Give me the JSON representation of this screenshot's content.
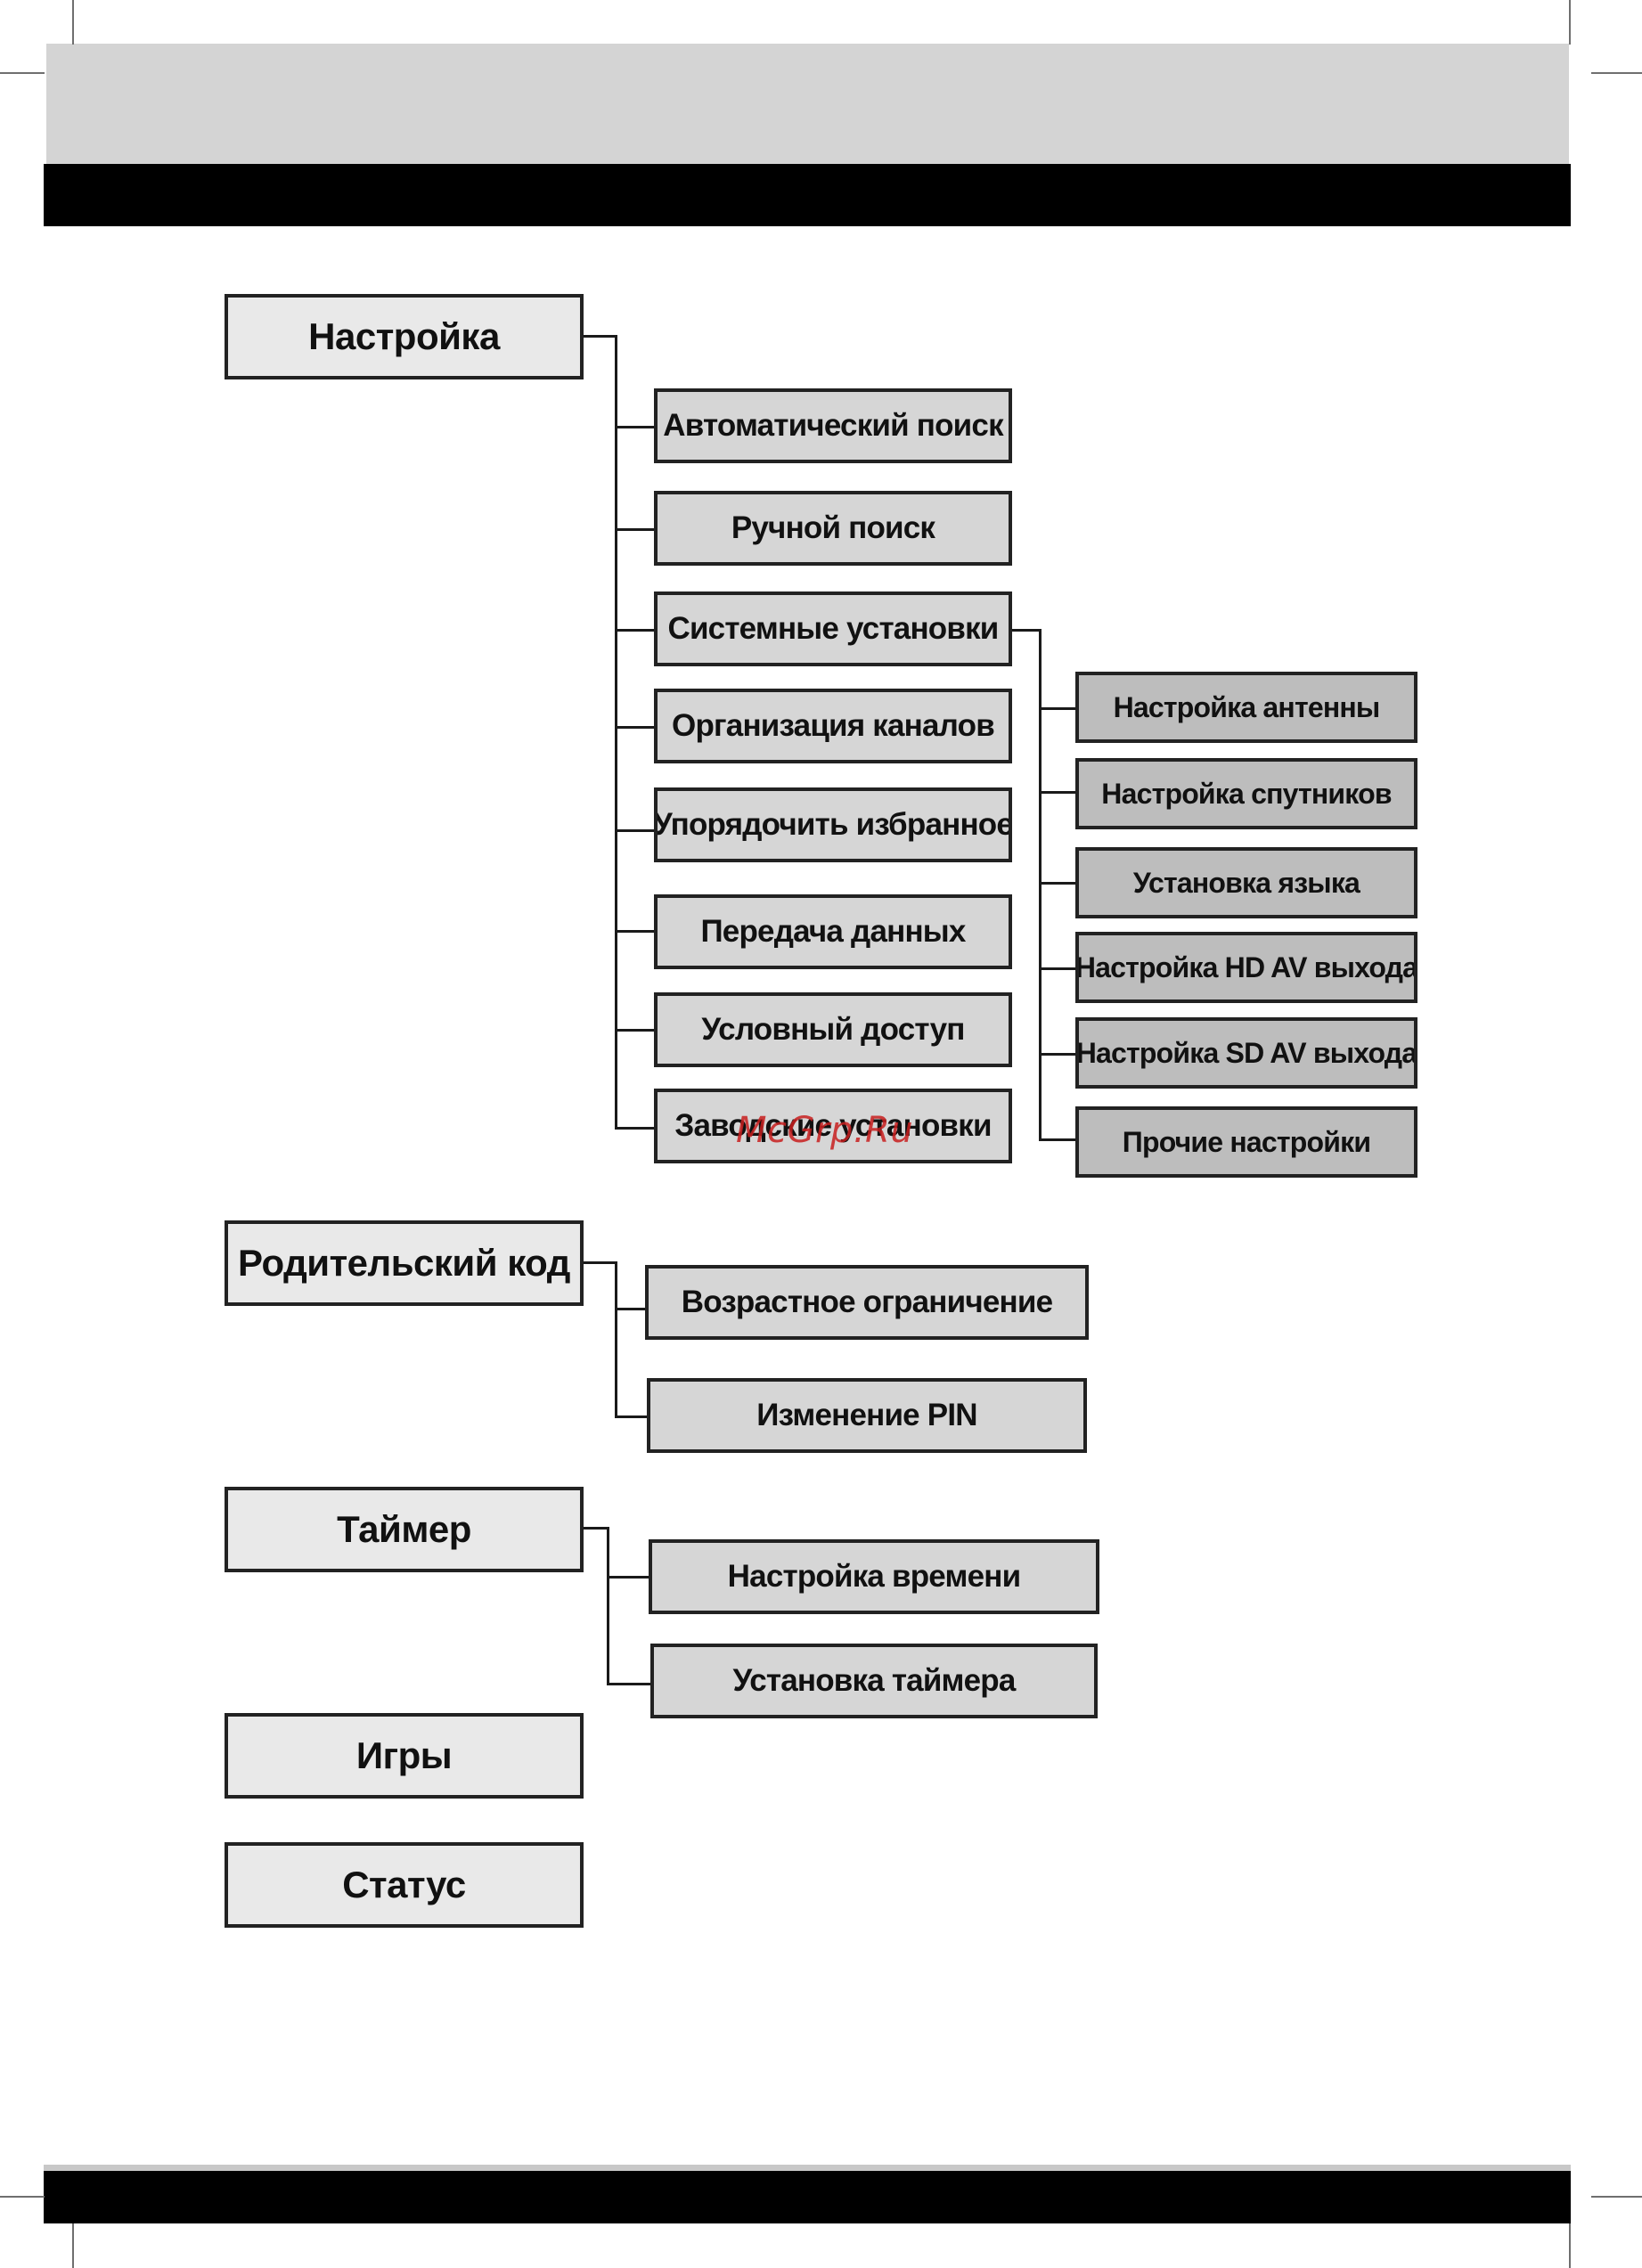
{
  "menu": {
    "setup": {
      "label": "Настройка",
      "items": [
        "Автоматический поиск",
        "Ручной поиск",
        "Системные установки",
        "Организация каналов",
        "Упорядочить избранное",
        "Передача данных",
        "Условный доступ",
        "Заводские установки"
      ],
      "system_settings_items": [
        "Настройка антенны",
        "Настройка спутников",
        "Установка языка",
        "Настройка HD AV выхода",
        "Настройка SD AV выхода",
        "Прочие настройки"
      ]
    },
    "parental": {
      "label": "Родительский код",
      "items": [
        "Возрастное ограничение",
        "Изменение PIN"
      ]
    },
    "timer": {
      "label": "Таймер",
      "items": [
        "Настройка времени",
        "Установка таймера"
      ]
    },
    "games": {
      "label": "Игры"
    },
    "status": {
      "label": "Статус"
    }
  },
  "watermark": "McGrp.Ru",
  "colors": {
    "level1_fill": "#e9e9e9",
    "level2_fill": "#d6d6d6",
    "level3_fill": "#bdbdbd",
    "border": "#222222",
    "header_band": "#d4d4d4"
  }
}
